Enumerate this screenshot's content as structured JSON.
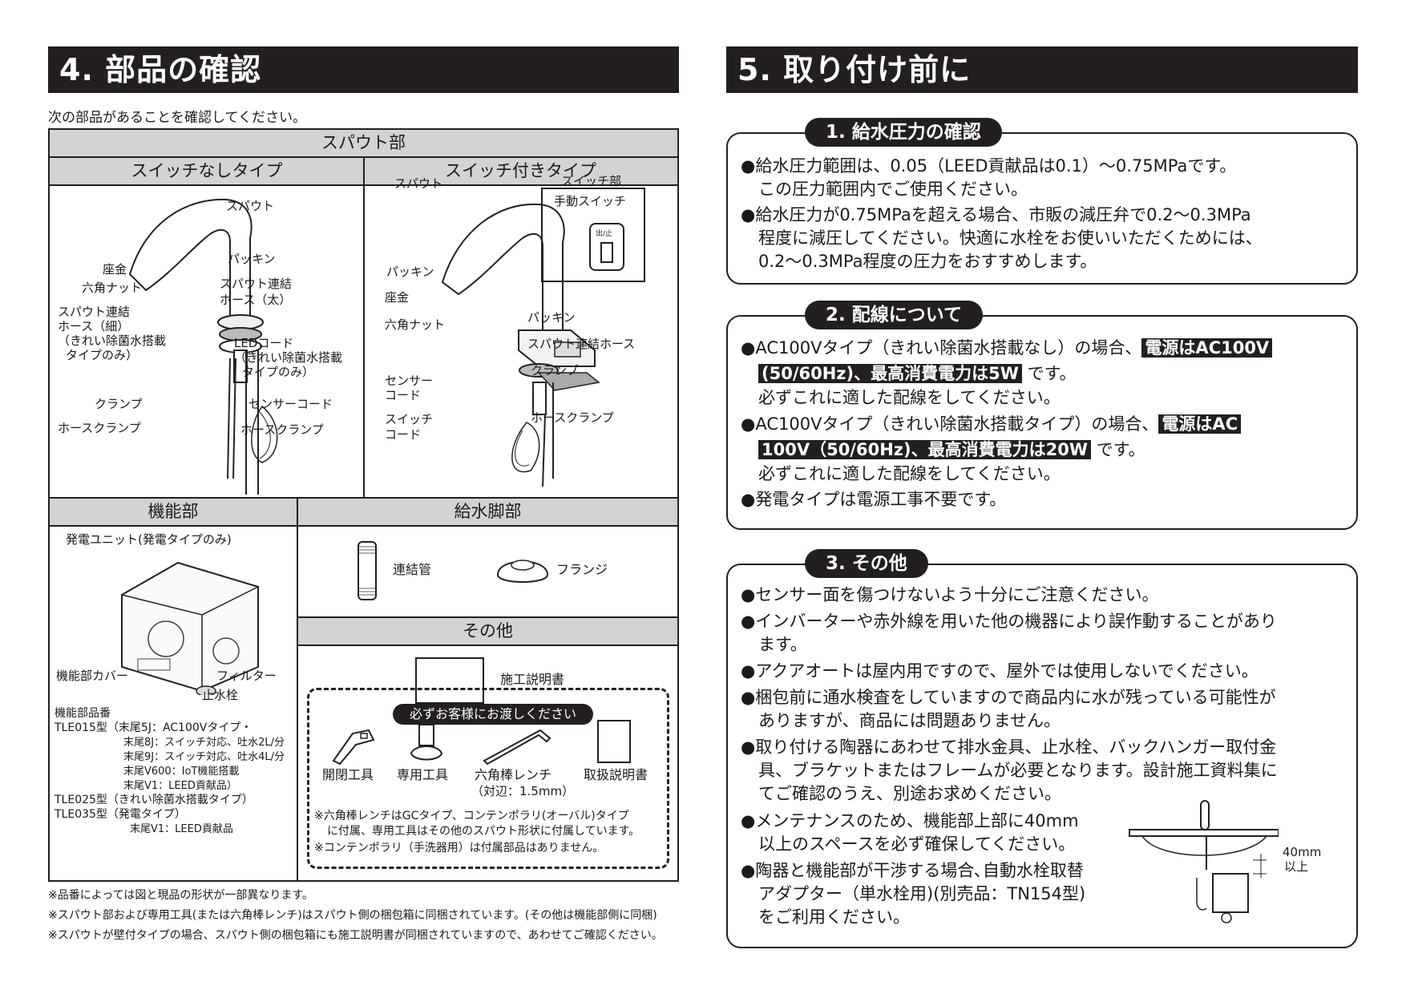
{
  "left": {
    "heading": "4. 部品の確認",
    "intro": "次の部品があることを確認してください。",
    "spout_section": {
      "title": "スパウト部",
      "no_switch": {
        "title": "スイッチなしタイプ",
        "labels": {
          "spout": "スパウト",
          "packing": "パッキン",
          "washer": "座金",
          "hex_nut": "六角ナット",
          "hose_thick_1": "スパウト連結",
          "hose_thick_2": "ホース（太）",
          "hose_thin_1": "スパウト連結",
          "hose_thin_2": "ホース（細）",
          "hose_thin_3": "（きれい除菌水搭載",
          "hose_thin_4": "タイプのみ）",
          "led_1": "LEDコード",
          "led_2": "（きれい除菌水搭載",
          "led_3": "タイプのみ）",
          "clamp": "クランプ",
          "sensor_cord": "センサーコード",
          "hose_clamp_left": "ホースクランプ",
          "hose_clamp_right": "ホースクランプ"
        }
      },
      "with_switch": {
        "title": "スイッチ付きタイプ",
        "labels": {
          "spout": "スパウト",
          "switch_part": "スイッチ部",
          "manual_switch": "手動スイッチ",
          "switch_icon_text": "出/止",
          "packing_top": "パッキン",
          "washer": "座金",
          "packing_bottom": "パッキン",
          "hex_nut": "六角ナット",
          "hose": "スパウト連結ホース",
          "clamp": "クランプ",
          "sensor_cord_1": "センサー",
          "sensor_cord_2": "コード",
          "switch_cord_1": "スイッチ",
          "switch_cord_2": "コード",
          "hose_clamp": "ホースクランプ"
        }
      }
    },
    "function_section": {
      "title": "機能部",
      "generator_unit": "発電ユニット(発電タイプのみ)",
      "cover": "機能部カバー",
      "filter": "フィルター",
      "stop_valve": "止水栓",
      "part_numbers_title": "機能部品番",
      "part_lines": [
        "TLE015型（末尾5J：AC100Vタイプ・",
        "末尾8J：スイッチ対応、吐水2L/分",
        "末尾9J：スイッチ対応、吐水4L/分",
        "末尾V600：IoT機能搭載",
        "末尾V1：LEED貢献品）",
        "TLE025型（きれい除菌水搭載タイプ）",
        "TLE035型（発電タイプ）",
        "末尾V1：LEED貢献品"
      ]
    },
    "supply_section": {
      "title": "給水脚部",
      "items": [
        "連結管",
        "フランジ"
      ]
    },
    "other_section": {
      "title": "その他",
      "manual": "施工説明書",
      "handover_title": "必ずお客様にお渡しください",
      "tools": [
        {
          "label": "開閉工具"
        },
        {
          "label": "専用工具"
        },
        {
          "label": "六角棒レンチ",
          "sub": "（対辺：1.5mm）"
        },
        {
          "label": "取扱説明書"
        }
      ],
      "notes": [
        "※六角棒レンチはGCタイプ、コンテンポラリ(オーバル)タイプ",
        "に付属、専用工具はその他のスパウト形状に付属しています。",
        "※コンテンポラリ（手洗器用）は付属部品はありません。"
      ]
    },
    "footnotes": [
      "※品番によっては図と現品の形状が一部異なります。",
      "※スパウト部および専用工具(または六角棒レンチ)はスパウト側の梱包箱に同梱されています。(その他は機能部側に同梱)",
      "※スパウトが壁付タイプの場合、スパウト側の梱包箱にも施工説明書が同梱されていますので、あわせてご確認ください。"
    ]
  },
  "right": {
    "heading": "5. 取り付け前に",
    "sections": [
      {
        "tab": "1. 給水圧力の確認",
        "lines": [
          "●給水圧力範囲は、0.05（LEED貢献品は0.1）～0.75MPaです。",
          "この圧力範囲内でご使用ください。",
          "●給水圧力が0.75MPaを超える場合、市販の減圧弁で0.2～0.3MPa",
          "程度に減圧してください。快適に水栓をお使いいただくためには、",
          "0.2～0.3MPa程度の圧力をおすすめします。"
        ]
      },
      {
        "tab": "2. 配線について",
        "l1_a": "●AC100Vタイプ（きれい除菌水搭載なし）の場合、",
        "l1_b": "電源はAC100V",
        "l2_a": "(50/60Hz)、最高消費電力は5W",
        "l2_b": "です。",
        "l3": "必ずこれに適した配線をしてください。",
        "l4_a": "●AC100Vタイプ（きれい除菌水搭載タイプ）の場合、",
        "l4_b": "電源はAC",
        "l5_a": "100V（50/60Hz)、最高消費電力は20W",
        "l5_b": "です。",
        "l6": "必ずこれに適した配線をしてください。",
        "l7": "●発電タイプは電源工事不要です。"
      },
      {
        "tab": "3. その他",
        "lines": [
          "●センサー面を傷つけないよう十分にご注意ください。",
          "●インバーターや赤外線を用いた他の機器により誤作動することがあり",
          "ます。",
          "●アクアオートは屋内用ですので、屋外では使用しないでください。",
          "●梱包前に通水検査をしていますので商品内に水が残っている可能性が",
          "ありますが、商品には問題ありません。",
          "●取り付ける陶器にあわせて排水金具、止水栓、バックハンガー取付金",
          "具、ブラケットまたはフレームが必要となります。設計施工資料集に",
          "てご確認のうえ、別途お求めください。",
          "●メンテナンスのため、機能部上部に40mm",
          "以上のスペースを必ず確保してください。",
          "●陶器と機能部が干渉する場合､自動水栓取替",
          "アダプター（単水栓用)(別売品：TN154型)",
          "をご利用ください。"
        ],
        "diagram_label_1": "40mm",
        "diagram_label_2": "以上"
      }
    ]
  }
}
